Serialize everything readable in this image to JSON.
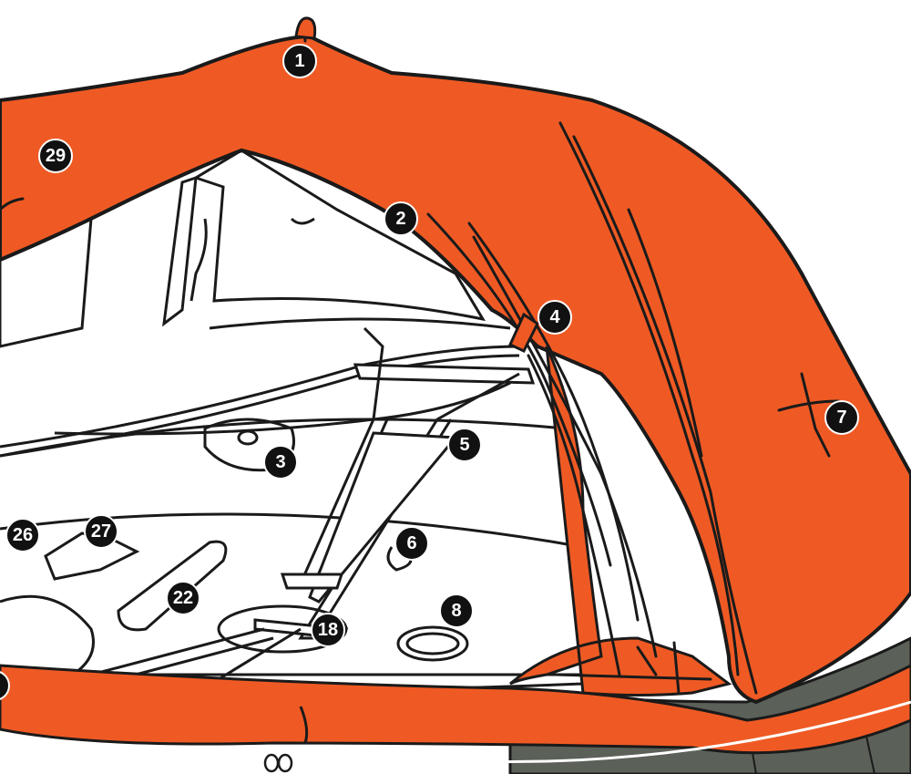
{
  "diagram": {
    "colors": {
      "canopy": "#ef5a24",
      "outline": "#1a1a1a",
      "interior": "#ffffff",
      "hull": "#5b6158",
      "callout_fill": "#111111",
      "callout_text": "#ffffff"
    },
    "callouts": [
      {
        "id": "1",
        "label": "1"
      },
      {
        "id": "2",
        "label": "2"
      },
      {
        "id": "3",
        "label": "3"
      },
      {
        "id": "4",
        "label": "4"
      },
      {
        "id": "5",
        "label": "5"
      },
      {
        "id": "6",
        "label": "6"
      },
      {
        "id": "7",
        "label": "7"
      },
      {
        "id": "8",
        "label": "8"
      },
      {
        "id": "18",
        "label": "18"
      },
      {
        "id": "22",
        "label": "22"
      },
      {
        "id": "26",
        "label": "26"
      },
      {
        "id": "27",
        "label": "27"
      },
      {
        "id": "29",
        "label": "29"
      }
    ]
  }
}
